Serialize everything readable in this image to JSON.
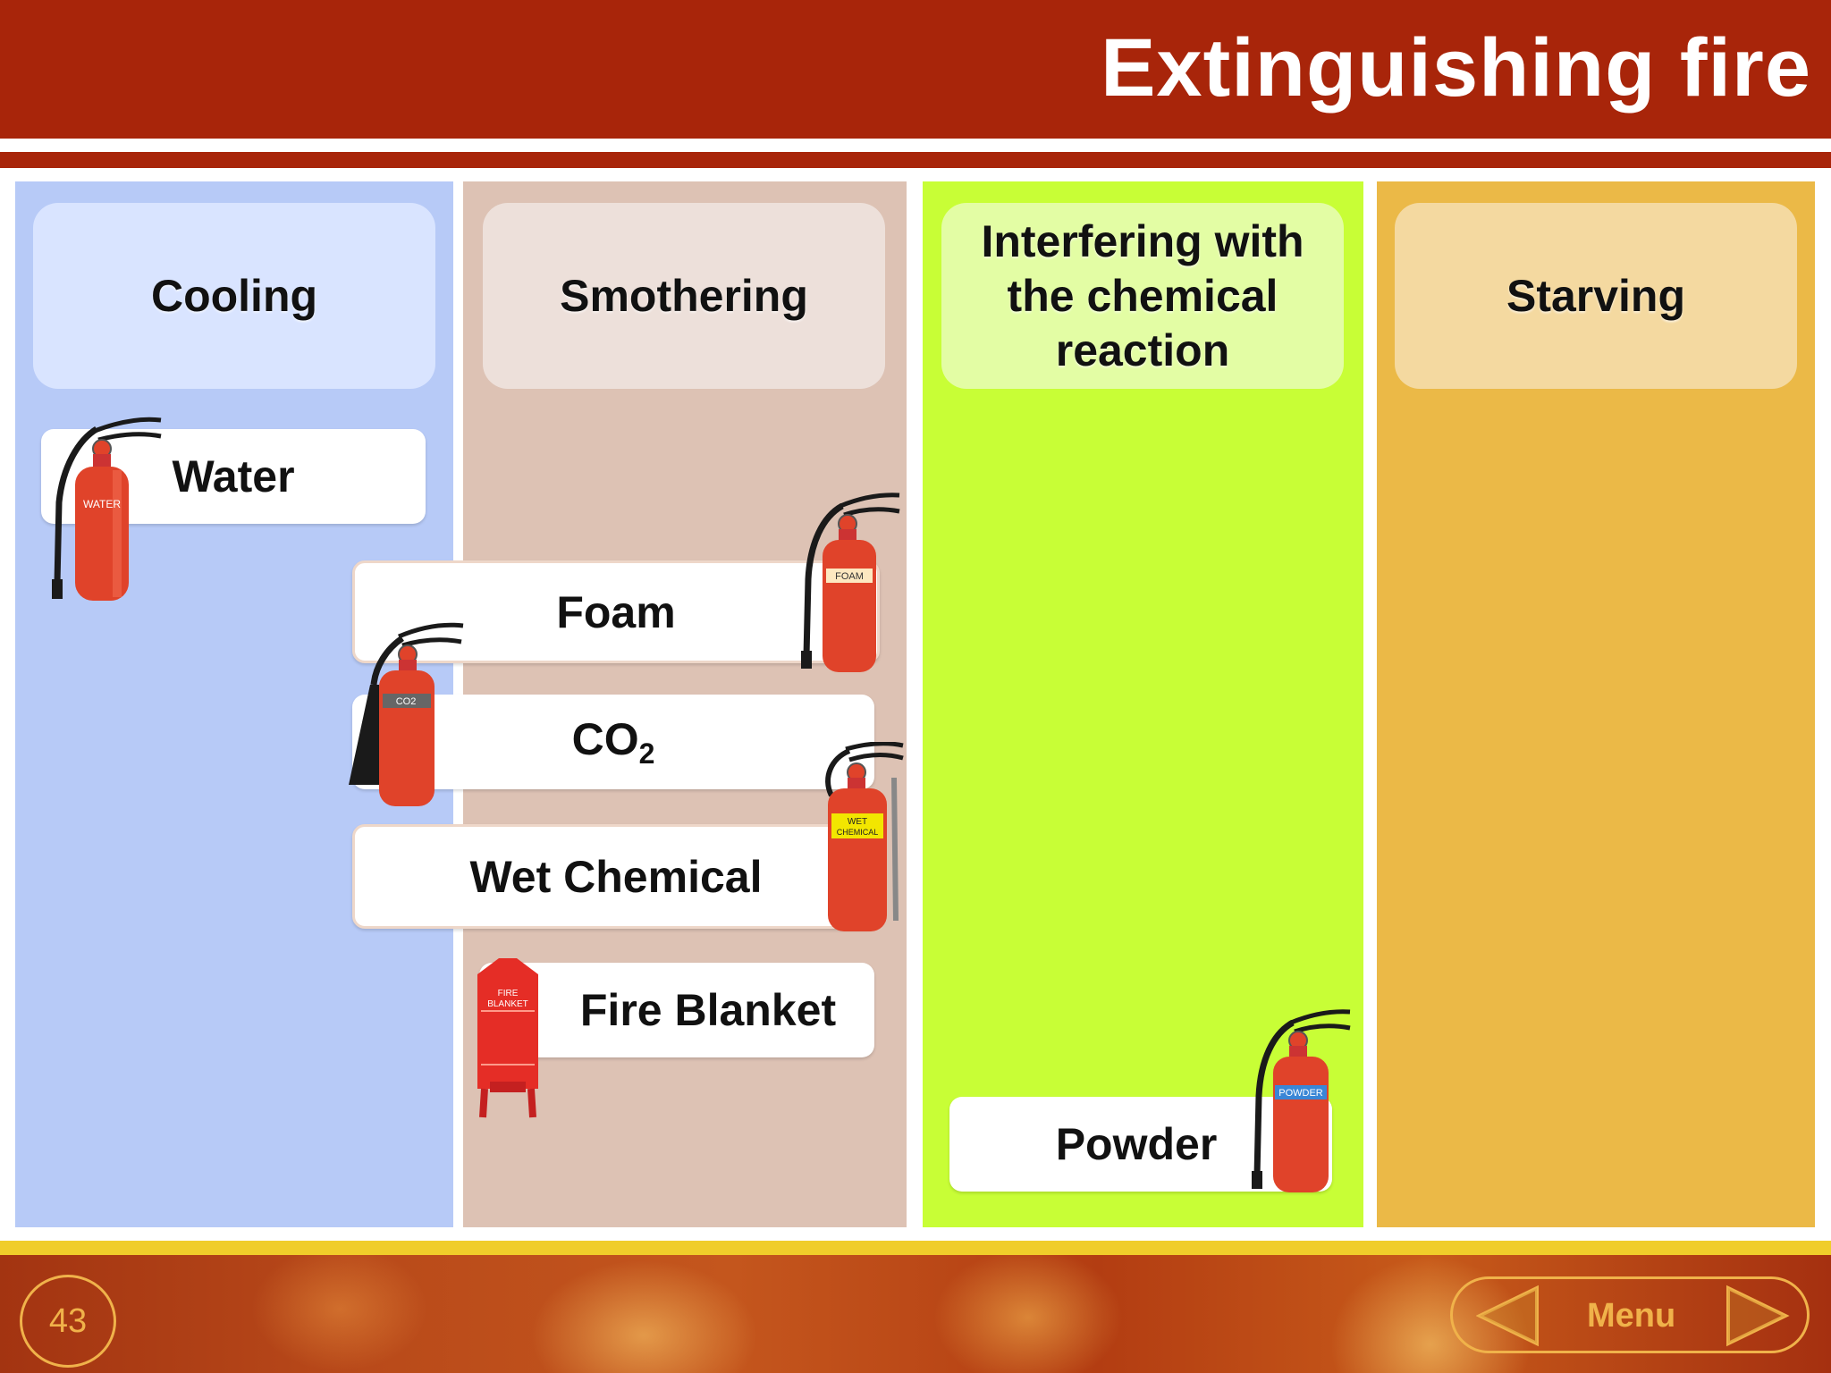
{
  "header": {
    "title": "Extinguishing fire"
  },
  "columns": [
    {
      "id": "cooling",
      "label": "Cooling"
    },
    {
      "id": "smothering",
      "label": "Smothering"
    },
    {
      "id": "interfering",
      "label": "Interfering with the chemical reaction"
    },
    {
      "id": "starving",
      "label": "Starving"
    }
  ],
  "agents": {
    "water": {
      "label": "Water",
      "icon_text": "WATER"
    },
    "foam": {
      "label": "Foam",
      "icon_text": "FOAM"
    },
    "co2": {
      "label": "CO",
      "subscript": "2",
      "icon_text": "CO2"
    },
    "wet_chemical": {
      "label": "Wet Chemical",
      "icon_text_1": "WET",
      "icon_text_2": "CHEMICAL"
    },
    "fire_blanket": {
      "label": "Fire Blanket",
      "icon_text_1": "FIRE",
      "icon_text_2": "BLANKET"
    },
    "powder": {
      "label": "Powder",
      "icon_text": "POWDER"
    }
  },
  "footer": {
    "page_number": "43",
    "menu_label": "Menu"
  },
  "colors": {
    "header_red": "#a8250a",
    "cooling": "#b7caf7",
    "smothering": "#ddc2b4",
    "interfering": "#c8fe36",
    "starving": "#ebb947",
    "footer_accent": "#f0b24a",
    "extinguisher_red": "#e0432a"
  }
}
